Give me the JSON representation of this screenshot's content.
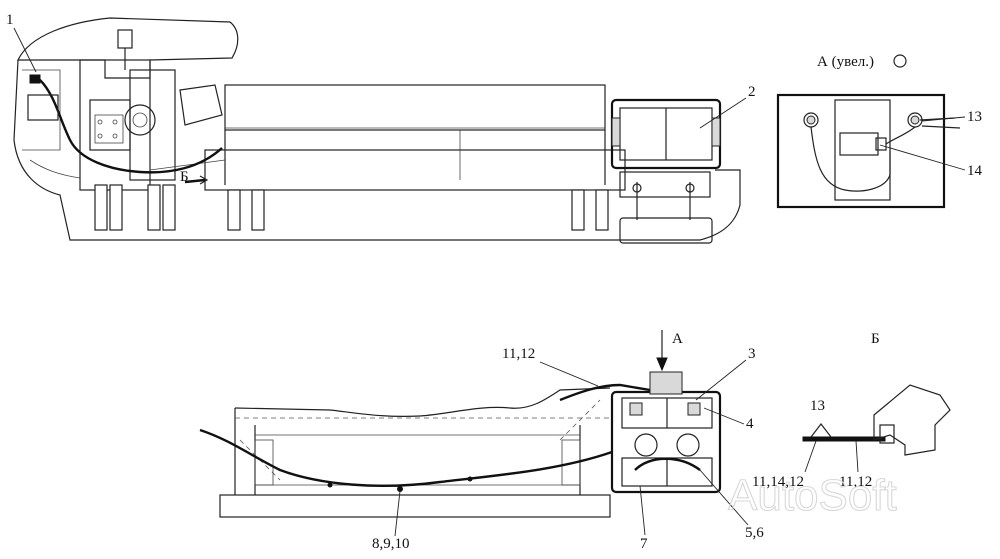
{
  "labels": {
    "p1": "1",
    "p2": "2",
    "p3": "3",
    "p4": "4",
    "p5_6": "5,6",
    "p7": "7",
    "p8_9_10": "8,9,10",
    "p11_12_top": "11,12",
    "p13_view": "13",
    "p14": "14",
    "view_b_marker": "Б",
    "view_a_marker": "А",
    "view_a_title": "А (увел.)",
    "view_b_title": "Б",
    "b_13": "13",
    "b_11_14_12": "11,14,12",
    "b_11_12": "11,12"
  },
  "watermark": "AutoSoft"
}
